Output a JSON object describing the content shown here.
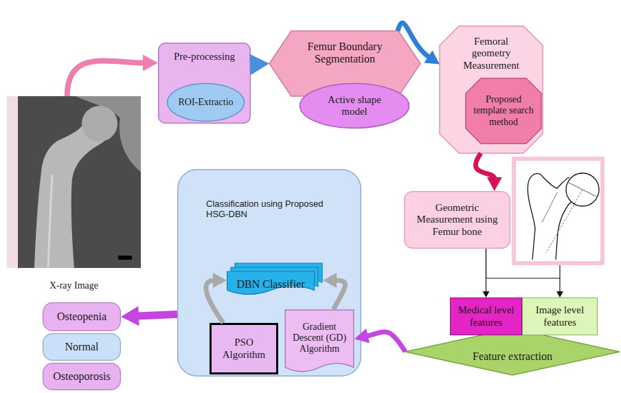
{
  "diagram": {
    "nodes": [
      {
        "text": [
          "X-ray Image"
        ]
      },
      {
        "text": [
          "Pre-processing"
        ]
      },
      {
        "text": [
          "ROI-Extractio"
        ],
        "in": 1
      },
      {
        "text": [
          "Femur Boundary Segmentation"
        ]
      },
      {
        "text": [
          "Active shape model"
        ]
      },
      {
        "text": [
          "Femoral geometry Measurement"
        ]
      },
      {
        "text": [
          "Proposed template search method"
        ],
        "in": 5
      },
      {
        "text": [
          "Geometric Measurement using Femur bone"
        ]
      },
      {
        "text": [
          "Medical level features"
        ]
      },
      {
        "text": [
          "Image level features"
        ]
      },
      {
        "text": [
          "Feature extraction"
        ]
      },
      {
        "text": [
          "Classification using Proposed HSG-DBN"
        ]
      },
      {
        "text": [
          "DBN Classifier"
        ],
        "in": 11
      },
      {
        "text": [
          "PSO Algorithm"
        ],
        "in": 11
      },
      {
        "text": [
          "Gradient Descent (GD) Algorithm"
        ],
        "in": 11
      },
      {
        "text": [
          "Osteopenia"
        ]
      },
      {
        "text": [
          "Normal"
        ]
      },
      {
        "text": [
          "Osteoporosis"
        ]
      }
    ],
    "edges": [
      {
        "from": 0,
        "to": 1,
        "arrow": "to"
      },
      {
        "from": 1,
        "to": 3,
        "arrow": "to"
      },
      {
        "from": 3,
        "to": 5,
        "arrow": "to"
      },
      {
        "from": 5,
        "to": 7,
        "arrow": "to"
      },
      {
        "from": 7,
        "to": 8,
        "arrow": "to"
      },
      {
        "from": 7,
        "to": 9,
        "arrow": "to"
      },
      {
        "from": 10,
        "to": 14,
        "arrow": "to"
      },
      {
        "from": 13,
        "to": 12,
        "arrow": "to"
      },
      {
        "from": 14,
        "to": 12,
        "arrow": "to"
      },
      {
        "from": 11,
        "to": 15,
        "arrow": "to"
      }
    ]
  }
}
